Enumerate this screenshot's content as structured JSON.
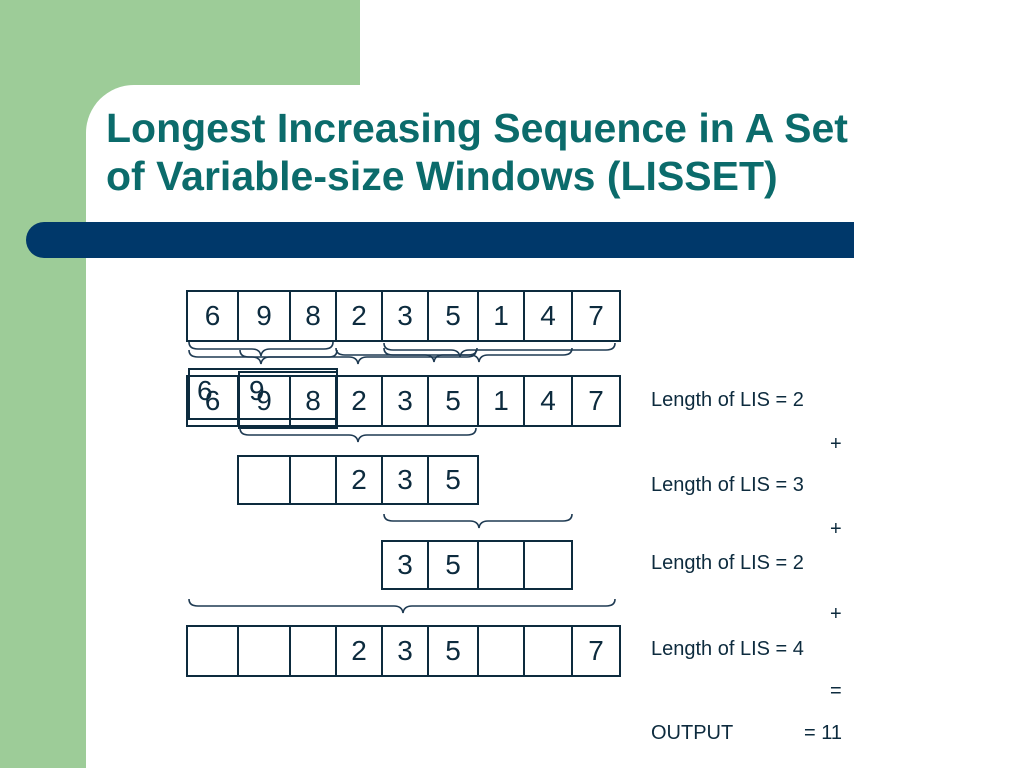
{
  "title": {
    "line1": "Longest Increasing Sequence in A Set",
    "line2": "of Variable-size Windows (LISSET)"
  },
  "colors": {
    "green_band": "#9dcc98",
    "title_text": "#0b6b6b",
    "title_bar": "#00386a",
    "cell_border": "#0d2b3e"
  },
  "sequence": [
    "6",
    "9",
    "8",
    "2",
    "3",
    "5",
    "1",
    "4",
    "7"
  ],
  "rows": [
    {
      "cells": [
        "6",
        "9",
        "8",
        "2",
        "3",
        "5",
        "1",
        "4",
        "7"
      ]
    },
    {
      "cells": [
        "",
        "",
        "",
        "2",
        "3",
        "5",
        "",
        "",
        ""
      ]
    },
    {
      "cells": [
        "",
        "",
        "",
        "",
        "3",
        "5",
        "",
        "",
        ""
      ]
    },
    {
      "cells": [
        "",
        "",
        "",
        "2",
        "3",
        "5",
        "",
        "",
        "7"
      ]
    }
  ],
  "overlap": {
    "ghost_left": "6",
    "ghost_right": "9"
  },
  "results": {
    "r1": "Length of LIS = 2",
    "plus1": "+",
    "r2": "Length of LIS = 3",
    "plus2": "+",
    "r3": "Length of LIS = 2",
    "plus3": "+",
    "r4": "Length of LIS = 4",
    "equals": "=",
    "output_label": "OUTPUT",
    "output_value": "= 11"
  }
}
